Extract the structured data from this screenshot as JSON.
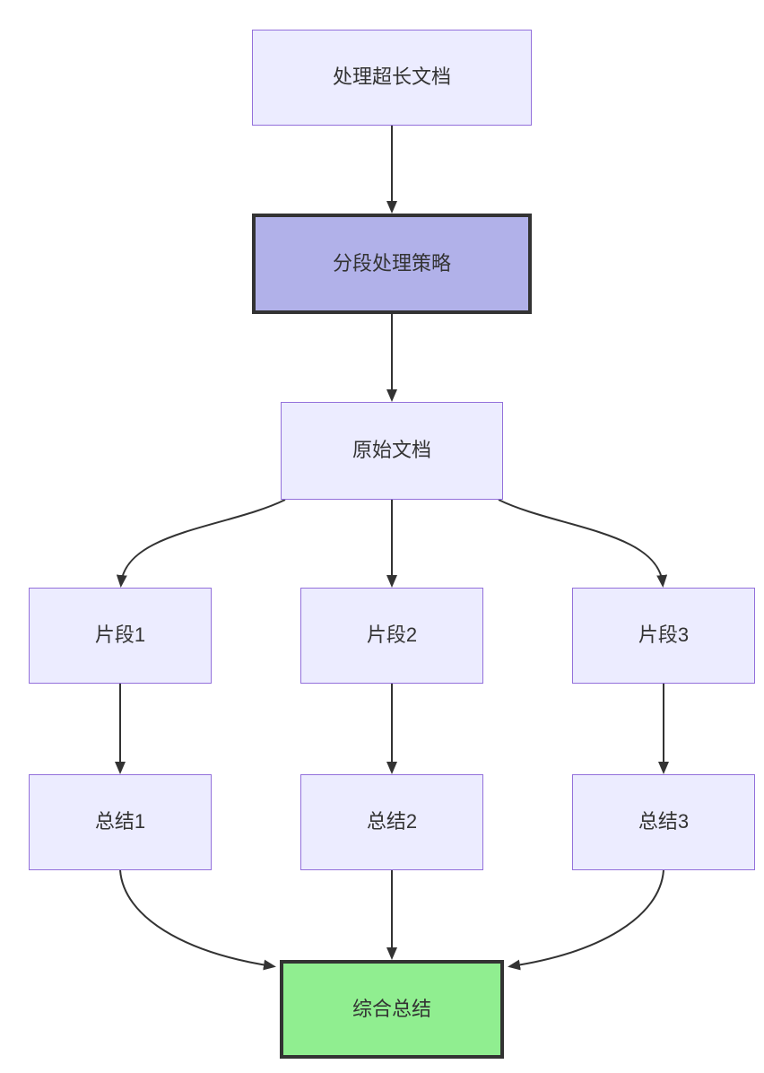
{
  "diagram": {
    "type": "flowchart",
    "direction": "top-down",
    "nodes": {
      "title": {
        "id": "title",
        "label": "处理超长文档",
        "style": "default"
      },
      "strategy": {
        "id": "strategy",
        "label": "分段处理策略",
        "style": "emphasis"
      },
      "doc": {
        "id": "doc",
        "label": "原始文档",
        "style": "default"
      },
      "seg1": {
        "id": "seg1",
        "label": "片段1",
        "style": "default"
      },
      "seg2": {
        "id": "seg2",
        "label": "片段2",
        "style": "default"
      },
      "seg3": {
        "id": "seg3",
        "label": "片段3",
        "style": "default"
      },
      "sum1": {
        "id": "sum1",
        "label": "总结1",
        "style": "default"
      },
      "sum2": {
        "id": "sum2",
        "label": "总结2",
        "style": "default"
      },
      "sum3": {
        "id": "sum3",
        "label": "总结3",
        "style": "default"
      },
      "final": {
        "id": "final",
        "label": "综合总结",
        "style": "success"
      }
    },
    "edges": [
      {
        "from": "title",
        "to": "strategy"
      },
      {
        "from": "strategy",
        "to": "doc"
      },
      {
        "from": "doc",
        "to": "seg1"
      },
      {
        "from": "doc",
        "to": "seg2"
      },
      {
        "from": "doc",
        "to": "seg3"
      },
      {
        "from": "seg1",
        "to": "sum1"
      },
      {
        "from": "seg2",
        "to": "sum2"
      },
      {
        "from": "seg3",
        "to": "sum3"
      },
      {
        "from": "sum1",
        "to": "final"
      },
      {
        "from": "sum2",
        "to": "final"
      },
      {
        "from": "sum3",
        "to": "final"
      }
    ],
    "colors": {
      "background": "#FFFFFF",
      "node_fill": "#ECECFF",
      "node_border": "#9370DB",
      "emphasis_fill": "#B1B1E9",
      "success_fill": "#90EE90",
      "dark_border": "#333333",
      "edge_stroke": "#333333",
      "text": "#333333"
    }
  }
}
